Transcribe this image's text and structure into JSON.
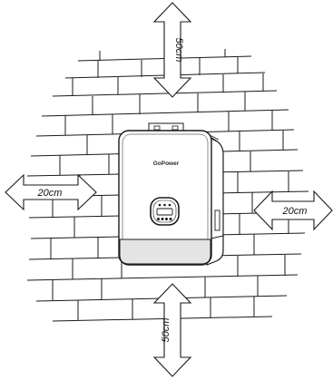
{
  "clearances": {
    "top": "50cm",
    "bottom": "50cm",
    "left": "20cm",
    "right": "20cm"
  },
  "device": {
    "brand": "GoPower"
  }
}
